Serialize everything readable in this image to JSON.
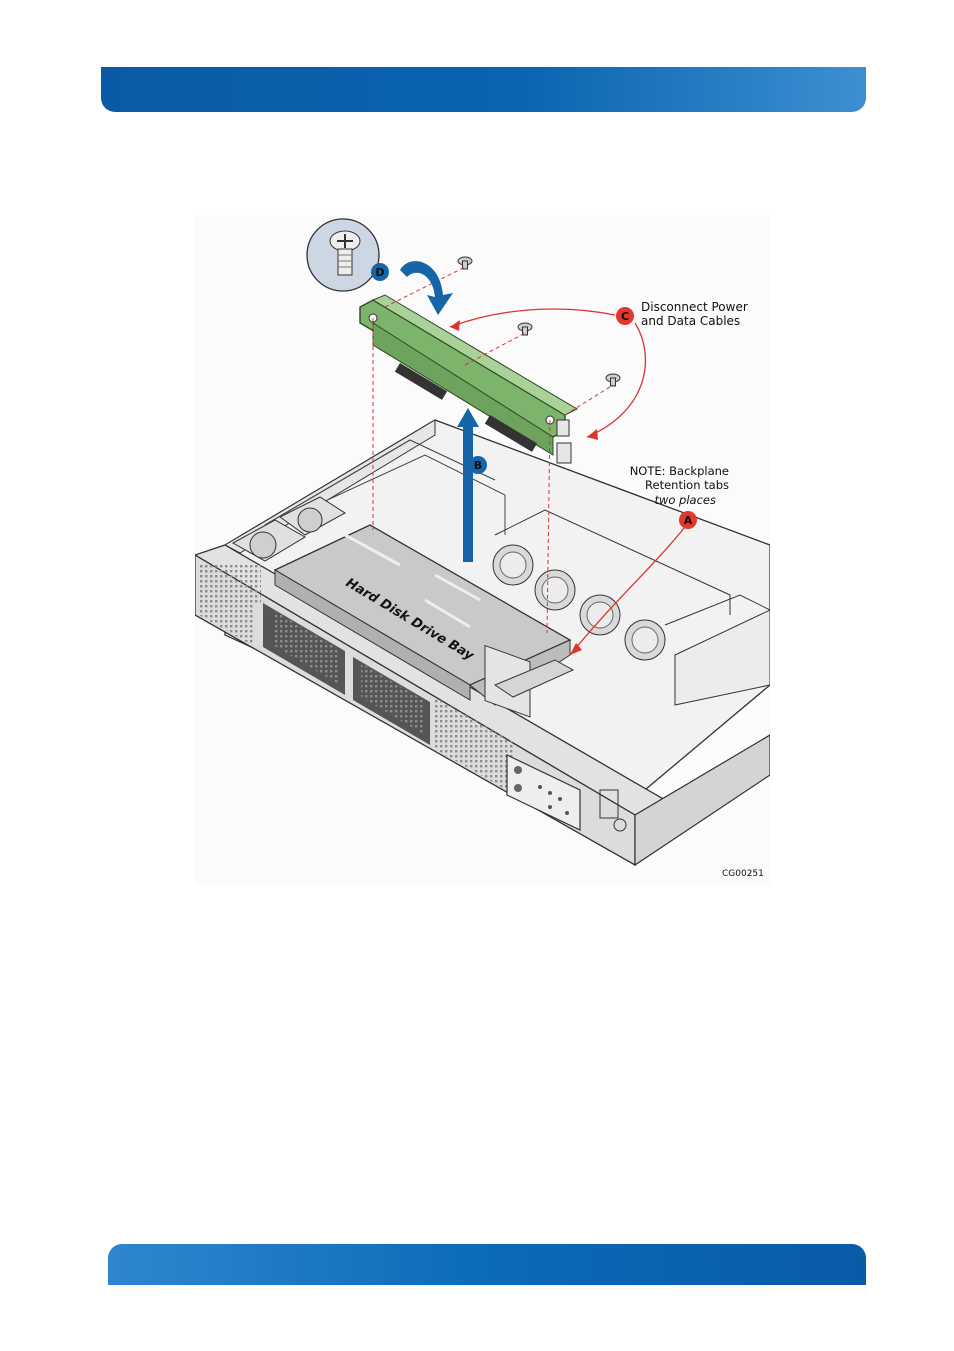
{
  "figure": {
    "callouts": {
      "a": "A",
      "b": "B",
      "c": "C",
      "d": "D"
    },
    "cables_label_line1": "Disconnect Power",
    "cables_label_line2": "and Data Cables",
    "note_line1": "NOTE:  Backplane",
    "note_line2": "Retention tabs",
    "note_line3": "two places",
    "bay_label": "Hard Disk Drive Bay",
    "figure_id": "CG00251",
    "colors": {
      "header_blue": "#0a64b0",
      "arrow_blue": "#1565a8",
      "callout_red": "#e2382e",
      "board_green": "#7db46c"
    }
  }
}
